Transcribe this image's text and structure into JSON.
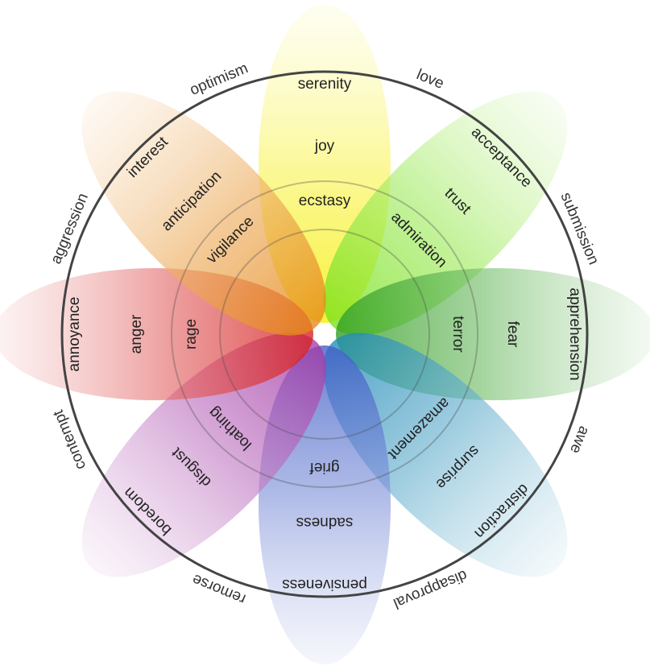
{
  "petals": [
    {
      "key": "joy",
      "color": "#f5ee00",
      "labels": {
        "outer": "serenity",
        "middle": "joy",
        "inner": "ecstasy"
      }
    },
    {
      "key": "trust",
      "color": "#77e11a",
      "labels": {
        "outer": "acceptance",
        "middle": "trust",
        "inner": "admiration"
      }
    },
    {
      "key": "fear",
      "color": "#2e9c1f",
      "labels": {
        "outer": "apprehension",
        "middle": "fear",
        "inner": "terror"
      }
    },
    {
      "key": "surprise",
      "color": "#1f8ab6",
      "labels": {
        "outer": "distraction",
        "middle": "surprise",
        "inner": "amazement"
      }
    },
    {
      "key": "sadness",
      "color": "#3f5cc6",
      "labels": {
        "outer": "pensiveness",
        "middle": "sadness",
        "inner": "grief"
      }
    },
    {
      "key": "disgust",
      "color": "#a33aa6",
      "labels": {
        "outer": "boredom",
        "middle": "disgust",
        "inner": "loathing"
      }
    },
    {
      "key": "anger",
      "color": "#d61e1e",
      "labels": {
        "outer": "annoyance",
        "middle": "anger",
        "inner": "rage"
      }
    },
    {
      "key": "anticipation",
      "color": "#e58817",
      "labels": {
        "outer": "interest",
        "middle": "anticipation",
        "inner": "vigilance"
      }
    }
  ],
  "dyads": [
    "love",
    "submission",
    "awe",
    "disapproval",
    "remorse",
    "contempt",
    "aggression",
    "optimism"
  ],
  "colors": {
    "ring": "#444444",
    "background": "#ffffff"
  }
}
